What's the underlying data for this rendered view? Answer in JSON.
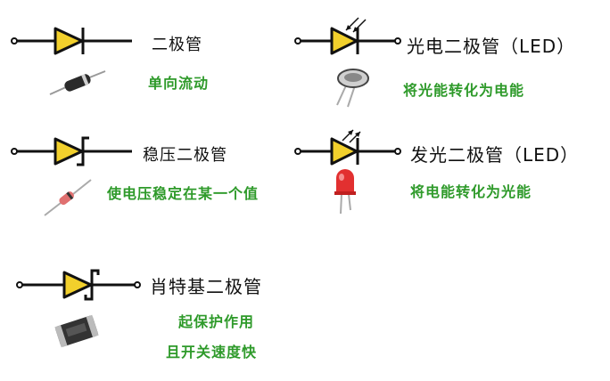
{
  "colors": {
    "line": "#111111",
    "triangle": "#f2d02c",
    "note_text": "#2e9a2a",
    "title_text": "#111111",
    "led_red": "#e23030"
  },
  "diodes": {
    "regular": {
      "title": "二极管",
      "note": "单向流动",
      "icon": "diode-symbol-icon"
    },
    "photodiode": {
      "title": "光电二极管（LED）",
      "note": "将光能转化为电能",
      "icon": "photodiode-symbol-icon"
    },
    "zener": {
      "title": "稳压二极管",
      "note": "使电压稳定在某一个值",
      "icon": "zener-diode-symbol-icon"
    },
    "led": {
      "title": "发光二极管（LED）",
      "note": "将电能转化为光能",
      "icon": "led-symbol-icon"
    },
    "schottky": {
      "title": "肖特基二极管",
      "note_line1": "起保护作用",
      "note_line2": "且开关速度快",
      "icon": "schottky-diode-symbol-icon"
    }
  }
}
